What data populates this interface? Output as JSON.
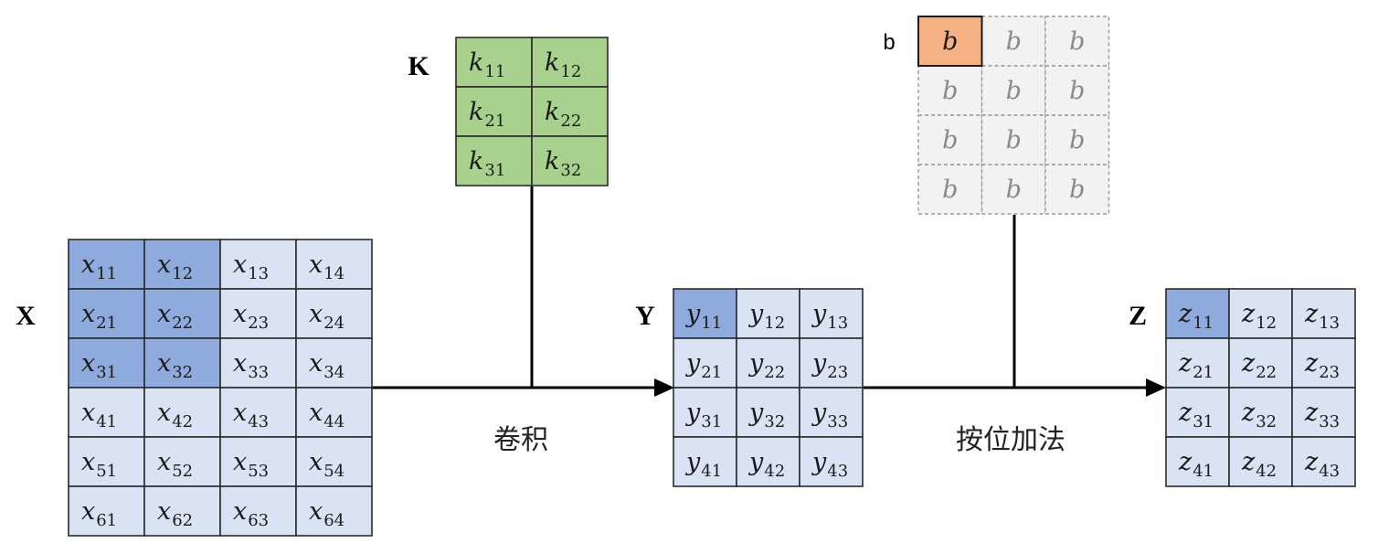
{
  "colors": {
    "x_highlight": "#8faadc",
    "x_light": "#dae3f3",
    "k_fill": "#a9d18e",
    "b_highlight": "#f4b183",
    "b_light": "#f2f2f2",
    "arrow": "#000000"
  },
  "labels": {
    "x": "X",
    "k": "K",
    "y": "Y",
    "z": "Z",
    "b": "b",
    "conv": "卷积",
    "add": "按位加法"
  },
  "matrices": {
    "x": {
      "letter": "x",
      "rows": [
        [
          "11",
          "12",
          "13",
          "14"
        ],
        [
          "21",
          "22",
          "23",
          "24"
        ],
        [
          "31",
          "32",
          "33",
          "34"
        ],
        [
          "41",
          "42",
          "43",
          "44"
        ],
        [
          "51",
          "52",
          "53",
          "54"
        ],
        [
          "61",
          "62",
          "63",
          "64"
        ]
      ],
      "highlight": [
        [
          0,
          0
        ],
        [
          0,
          1
        ],
        [
          1,
          0
        ],
        [
          1,
          1
        ],
        [
          2,
          0
        ],
        [
          2,
          1
        ]
      ]
    },
    "k": {
      "letter": "k",
      "rows": [
        [
          "11",
          "12"
        ],
        [
          "21",
          "22"
        ],
        [
          "31",
          "32"
        ]
      ],
      "highlight": []
    },
    "y": {
      "letter": "y",
      "rows": [
        [
          "11",
          "12",
          "13"
        ],
        [
          "21",
          "22",
          "23"
        ],
        [
          "31",
          "32",
          "33"
        ],
        [
          "41",
          "42",
          "43"
        ]
      ],
      "highlight": [
        [
          0,
          0
        ]
      ]
    },
    "b": {
      "letter": "b",
      "rows": [
        [
          "",
          "",
          ""
        ],
        [
          "",
          "",
          ""
        ],
        [
          "",
          "",
          ""
        ],
        [
          "",
          "",
          ""
        ]
      ],
      "highlight": [
        [
          0,
          0
        ]
      ]
    },
    "z": {
      "letter": "z",
      "rows": [
        [
          "11",
          "12",
          "13"
        ],
        [
          "21",
          "22",
          "23"
        ],
        [
          "31",
          "32",
          "33"
        ],
        [
          "41",
          "42",
          "43"
        ]
      ],
      "highlight": [
        [
          0,
          0
        ]
      ]
    }
  }
}
